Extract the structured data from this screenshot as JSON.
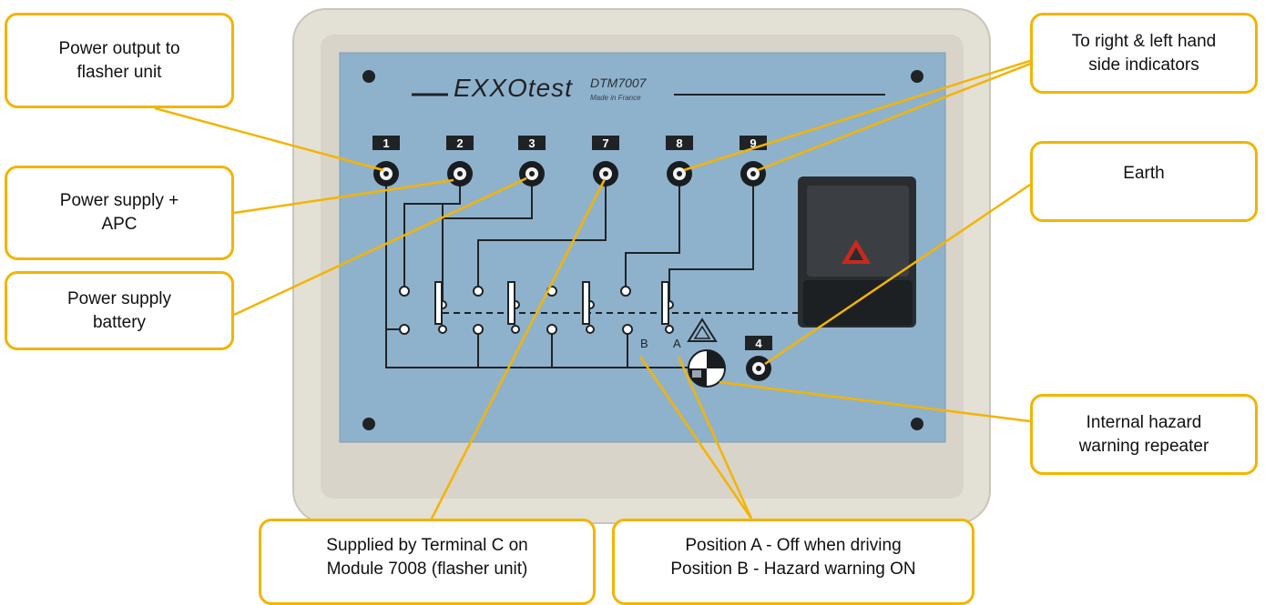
{
  "device": {
    "brand": "EXXOtest",
    "model": "DTM7007",
    "made_in": "Made in France",
    "colors": {
      "panel": "#8fb2cc",
      "frame": "#e3e0d6",
      "callout_border": "#f4b400"
    }
  },
  "terminals": [
    "1",
    "2",
    "3",
    "7",
    "8",
    "9",
    "4"
  ],
  "switch_positions": {
    "a": "A",
    "b": "B"
  },
  "callouts": {
    "power_output": "Power output to\nflasher unit",
    "apc": "Power supply +\nAPC",
    "battery": "Power supply\nbattery",
    "indicators": "To right & left hand\nside indicators",
    "earth": "Earth",
    "repeater": "Internal hazard\nwarning repeater",
    "terminal_c": "Supplied by Terminal C on\nModule 7008 (flasher unit)",
    "position": "Position A - Off when driving\nPosition B - Hazard warning ON"
  }
}
